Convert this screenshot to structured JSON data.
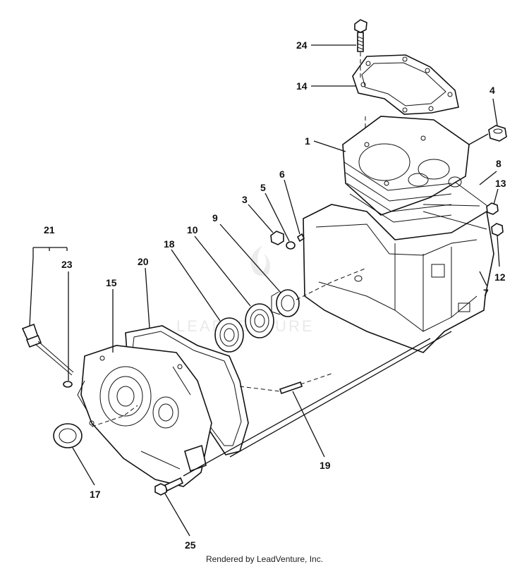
{
  "diagram": {
    "callouts": {
      "c1": "1",
      "c3": "3",
      "c4": "4",
      "c5": "5",
      "c6": "6",
      "c7": "7",
      "c8": "8",
      "c9": "9",
      "c10": "10",
      "c12": "12",
      "c13": "13",
      "c14": "14",
      "c15": "15",
      "c17": "17",
      "c18": "18",
      "c19": "19",
      "c20": "20",
      "c21": "21",
      "c23": "23",
      "c24": "24",
      "c25": "25"
    },
    "watermark_text": "LEADVENTURE"
  },
  "footer": {
    "text": "Rendered by LeadVenture, Inc."
  }
}
